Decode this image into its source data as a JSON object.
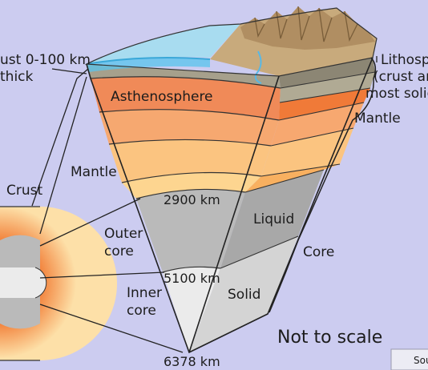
{
  "labels": {
    "crust_thickness_line1": "ust 0-100 km",
    "crust_thickness_line2": "thick",
    "asthenosphere": "Asthenosphere",
    "lithosphere_line1": "Lithosph",
    "lithosphere_line2": "(crust an",
    "lithosphere_line3": "most solid",
    "mantle_right": "Mantle",
    "mantle_left": "Mantle",
    "crust": "Crust",
    "depth_2900": "2900 km",
    "outer_core_line1": "Outer",
    "outer_core_line2": "core",
    "liquid": "Liquid",
    "core": "Core",
    "depth_5100": "5100 km",
    "inner_core_line1": "Inner",
    "inner_core_line2": "core",
    "solid": "Solid",
    "depth_6378": "6378 km",
    "not_to_scale": "Not to scale",
    "source_tab": "Sou"
  },
  "colors": {
    "background": "#ccccf0",
    "ocean": "#a8dcf0",
    "crust_band": "#a6a08c",
    "asthenosphere": "#f08a58",
    "upper_mantle": "#f6a870",
    "mid_mantle": "#fbc480",
    "lower_mantle": "#fdd590",
    "outer_core": "#bababa",
    "inner_core": "#e8e8e8",
    "land": "#c8aa7c"
  }
}
